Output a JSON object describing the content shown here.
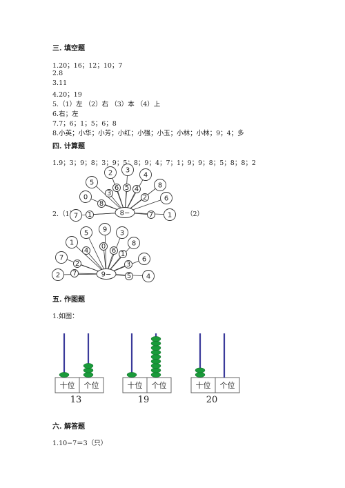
{
  "sec3": {
    "title": "三. 填空题",
    "lines": [
      "1.20；16；12；10；7",
      "2.8",
      "3.11",
      "4.20；19",
      "5.（1）左 （2）右 （3）本 （4）上",
      "6.右；左",
      "7.7；6；1；5；6；8",
      "8.小英；小华；小芳；小红；小强；小玉；小林；小林；9；4；多"
    ]
  },
  "sec4": {
    "title": "四. 计算题",
    "line1": "1.9；3；9；8；3；9；5；8；9；4；7；1；9；9；8；5；8；8；2",
    "label2": "2.（1）",
    "label2b": "（2）",
    "peacock1": {
      "center": "8−",
      "outer": [
        "7",
        "0",
        "5",
        "2",
        "3",
        "4",
        "8",
        "6",
        "1"
      ],
      "inner": [
        "1",
        "8",
        "3",
        "6",
        "5",
        "4",
        "2",
        "7"
      ]
    },
    "peacock2": {
      "center": "9−",
      "outer": [
        "2",
        "7",
        "1",
        "5",
        "9",
        "3",
        "8",
        "6",
        "4"
      ],
      "inner": [
        "7",
        "2",
        "4",
        "0",
        "6",
        "1",
        "3",
        "5"
      ]
    }
  },
  "sec5": {
    "title": "五. 作图题",
    "line1": "1.如图：",
    "abacus": [
      {
        "tens": 1,
        "ones": 3,
        "number": "13"
      },
      {
        "tens": 1,
        "ones": 9,
        "number": "19"
      },
      {
        "tens": 2,
        "ones": 0,
        "number": "20"
      }
    ],
    "tens_label": "十位",
    "ones_label": "个位",
    "rod_color": "#3a3a9a",
    "bead_color": "#1a9a3a"
  },
  "sec6": {
    "title": "六. 解答题",
    "line1": "1.10−7＝3（只）"
  }
}
